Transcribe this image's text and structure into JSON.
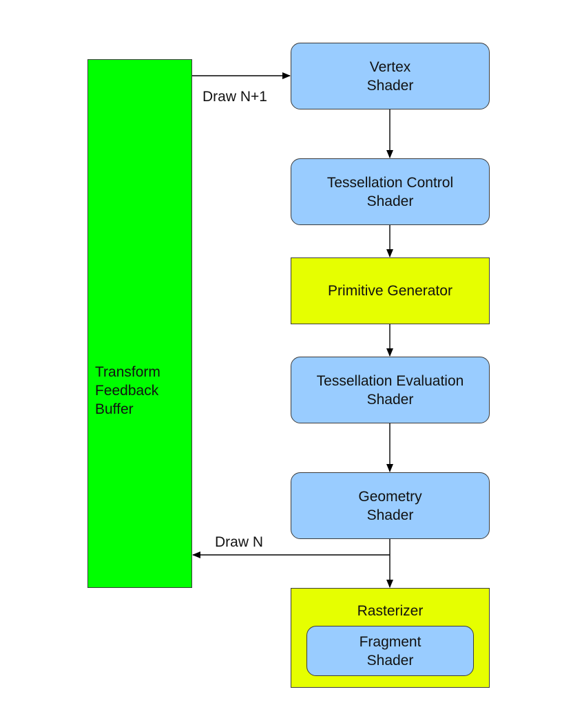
{
  "colors": {
    "shader_fill": "#99ccff",
    "fixed_function_fill": "#e6ff00",
    "buffer_fill": "#00ff00",
    "border": "#3a3a3a",
    "arrow": "#000000"
  },
  "buffer": {
    "line1": "Transform",
    "line2": "Feedback",
    "line3": "Buffer"
  },
  "nodes": {
    "vertex": {
      "line1": "Vertex",
      "line2": "Shader"
    },
    "tess_control": {
      "line1": "Tessellation Control",
      "line2": "Shader"
    },
    "primitive_generator": {
      "line1": "Primitive Generator"
    },
    "tess_eval": {
      "line1": "Tessellation Evaluation",
      "line2": "Shader"
    },
    "geometry": {
      "line1": "Geometry",
      "line2": "Shader"
    },
    "rasterizer": {
      "title": "Rasterizer"
    },
    "fragment": {
      "line1": "Fragment",
      "line2": "Shader"
    }
  },
  "edges": {
    "draw_next_label": "Draw N+1",
    "draw_current_label": "Draw N"
  }
}
